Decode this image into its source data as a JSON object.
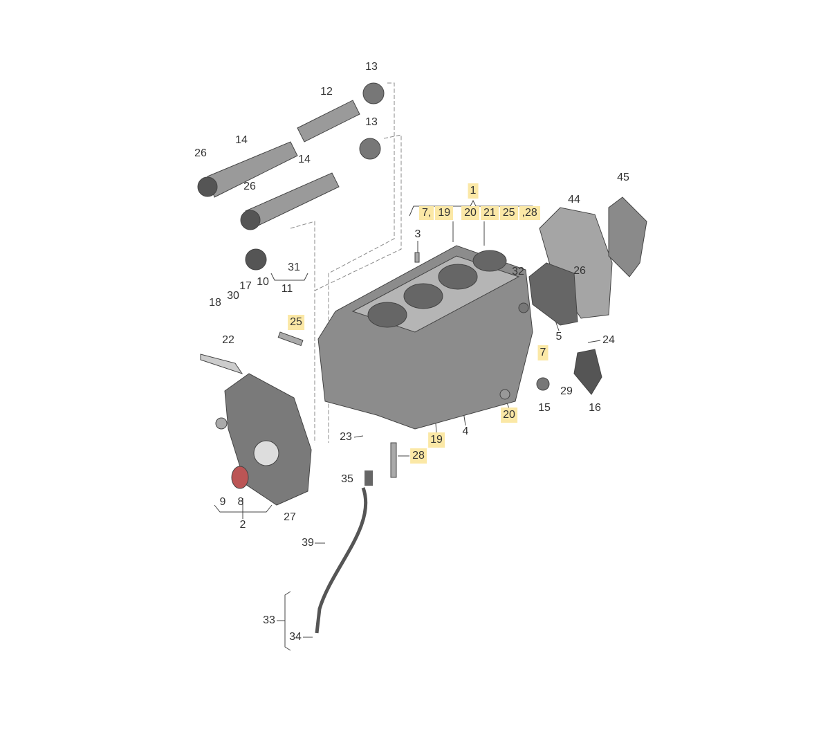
{
  "diagram": {
    "title_callout": "1",
    "callout_group": [
      "7,",
      "19",
      "20",
      "21",
      "25",
      ",28"
    ],
    "labels": [
      {
        "text": "13",
        "highlighted": false
      },
      {
        "text": "12",
        "highlighted": false
      },
      {
        "text": "13",
        "highlighted": false
      },
      {
        "text": "14",
        "highlighted": false
      },
      {
        "text": "14",
        "highlighted": false
      },
      {
        "text": "26",
        "highlighted": false
      },
      {
        "text": "26",
        "highlighted": false
      },
      {
        "text": "3",
        "highlighted": false
      },
      {
        "text": "44",
        "highlighted": false
      },
      {
        "text": "45",
        "highlighted": false
      },
      {
        "text": "32",
        "highlighted": false
      },
      {
        "text": "26",
        "highlighted": false
      },
      {
        "text": "5",
        "highlighted": false
      },
      {
        "text": "24",
        "highlighted": false
      },
      {
        "text": "7",
        "highlighted": true
      },
      {
        "text": "29",
        "highlighted": false
      },
      {
        "text": "15",
        "highlighted": false
      },
      {
        "text": "16",
        "highlighted": false
      },
      {
        "text": "20",
        "highlighted": true
      },
      {
        "text": "4",
        "highlighted": false
      },
      {
        "text": "19",
        "highlighted": true
      },
      {
        "text": "28",
        "highlighted": true
      },
      {
        "text": "23",
        "highlighted": false
      },
      {
        "text": "25",
        "highlighted": true
      },
      {
        "text": "22",
        "highlighted": false
      },
      {
        "text": "31",
        "highlighted": false
      },
      {
        "text": "10",
        "highlighted": false
      },
      {
        "text": "17",
        "highlighted": false
      },
      {
        "text": "30",
        "highlighted": false
      },
      {
        "text": "18",
        "highlighted": false
      },
      {
        "text": "11",
        "highlighted": false
      },
      {
        "text": "9",
        "highlighted": false
      },
      {
        "text": "8",
        "highlighted": false
      },
      {
        "text": "2",
        "highlighted": false
      },
      {
        "text": "27",
        "highlighted": false
      },
      {
        "text": "35",
        "highlighted": false
      },
      {
        "text": "39",
        "highlighted": false
      },
      {
        "text": "33",
        "highlighted": false
      },
      {
        "text": "34",
        "highlighted": false
      }
    ],
    "colors": {
      "highlight": "#fbe8a6",
      "text": "#333333",
      "part": "#8a8a8a",
      "part_dark": "#5a5a5a"
    }
  }
}
